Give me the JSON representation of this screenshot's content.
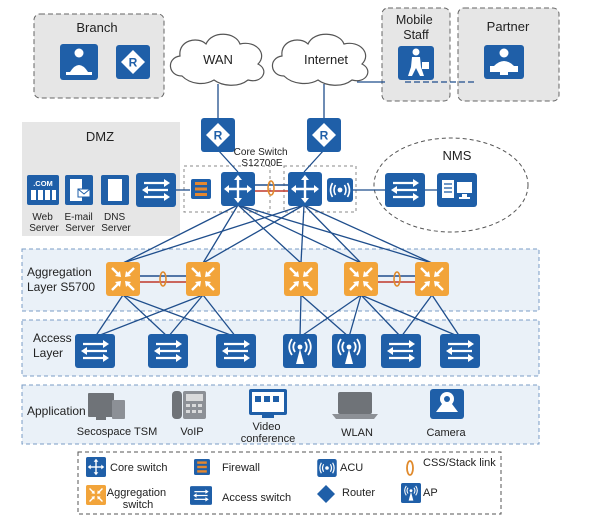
{
  "zones": {
    "branch": "Branch",
    "mobile_staff": [
      "Mobile",
      "Staff"
    ],
    "partner": "Partner",
    "dmz": "DMZ",
    "nms": "NMS",
    "aggregation": [
      "Aggregation",
      "Layer S5700"
    ],
    "access": [
      "Access",
      "Layer"
    ],
    "application": "Application"
  },
  "clouds": {
    "wan": "WAN",
    "internet": "Internet"
  },
  "core_switch": [
    "Core Switch",
    "S12700E"
  ],
  "dmz_servers": [
    {
      "label": [
        "Web",
        "Server"
      ],
      "icon_text": ".COM"
    },
    {
      "label": [
        "E-mail",
        "Server"
      ]
    },
    {
      "label": [
        "DNS",
        "Server"
      ]
    }
  ],
  "applications": [
    {
      "label": [
        "Secospace TSM"
      ]
    },
    {
      "label": [
        "VoIP"
      ]
    },
    {
      "label": [
        "Video",
        "conference"
      ]
    },
    {
      "label": [
        "WLAN"
      ]
    },
    {
      "label": [
        "Camera"
      ]
    }
  ],
  "legend": {
    "core_switch": [
      "Core switch"
    ],
    "firewall": [
      "Firewall"
    ],
    "acu": [
      "ACU"
    ],
    "stack_link": [
      "CSS/Stack link"
    ],
    "aggregation_switch": [
      "Aggregation",
      "switch"
    ],
    "access_switch": [
      "Access switch"
    ],
    "router": [
      "Router"
    ],
    "ap": [
      "AP"
    ]
  },
  "icons": [
    "router-icon",
    "core-switch-icon",
    "aggregation-switch-icon",
    "access-switch-icon",
    "firewall-icon",
    "acu-icon",
    "ap-icon",
    "server-icon",
    "cloud-icon"
  ],
  "colors": {
    "device_blue": "#1f5fa8",
    "aggregation_orange": "#f2a43a",
    "link_blue": "#1f4e8c",
    "stack_link": "#e08a2c",
    "zone_border": "#7a9cc6",
    "zone_fill": "#eaf1f8",
    "dmz_fill": "#e6e6e6"
  }
}
